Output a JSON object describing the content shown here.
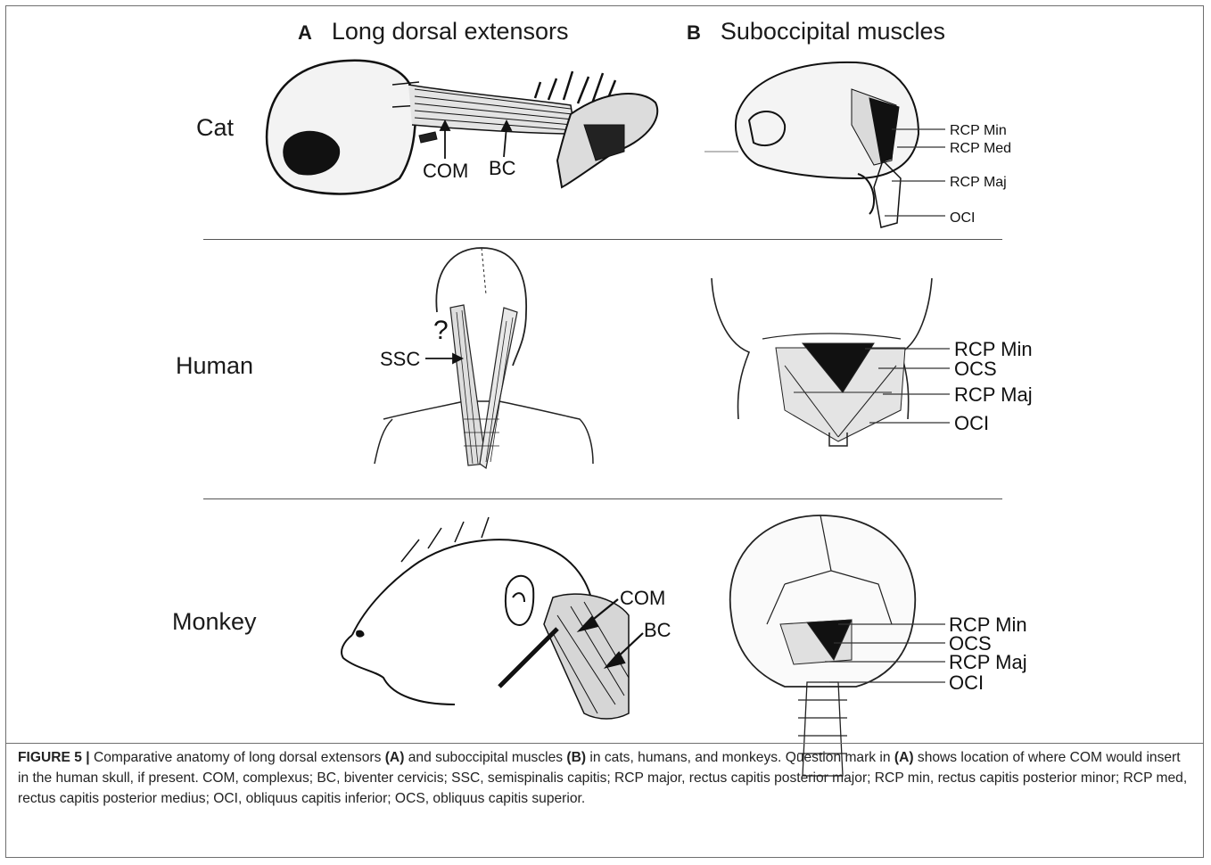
{
  "columns": {
    "a": {
      "letter": "A",
      "title": "Long dorsal extensors"
    },
    "b": {
      "letter": "B",
      "title": "Suboccipital muscles"
    }
  },
  "rows": {
    "cat": "Cat",
    "human": "Human",
    "monkey": "Monkey"
  },
  "labels": {
    "cat_a": {
      "com": "COM",
      "bc": "BC"
    },
    "cat_b": {
      "rcp_min": "RCP Min",
      "rcp_med": "RCP Med",
      "rcp_maj": "RCP Maj",
      "oci": "OCI"
    },
    "human_a": {
      "question": "?",
      "ssc": "SSC"
    },
    "human_b": {
      "rcp_min": "RCP Min",
      "ocs": "OCS",
      "rcp_maj": "RCP Maj",
      "oci": "OCI"
    },
    "monkey_a": {
      "com": "COM",
      "bc": "BC"
    },
    "monkey_b": {
      "rcp_min": "RCP Min",
      "ocs": "OCS",
      "rcp_maj": "RCP Maj",
      "oci": "OCI"
    }
  },
  "caption": {
    "figure_label": "FIGURE 5 |",
    "t1": " Comparative anatomy of long dorsal extensors ",
    "b1": "(A)",
    "t2": " and suboccipital muscles ",
    "b2": "(B)",
    "t3": " in cats, humans, and monkeys. Question mark in ",
    "b3": "(A)",
    "t4": " shows location of where COM would insert in the human skull, if present. COM, complexus; BC, biventer cervicis; SSC, semispinalis capitis; RCP major, rectus capitis posterior major; RCP min, rectus capitis posterior minor; RCP med, rectus capitis posterior medius; OCI, obliquus capitis inferior; OCS, obliquus capitis superior."
  }
}
